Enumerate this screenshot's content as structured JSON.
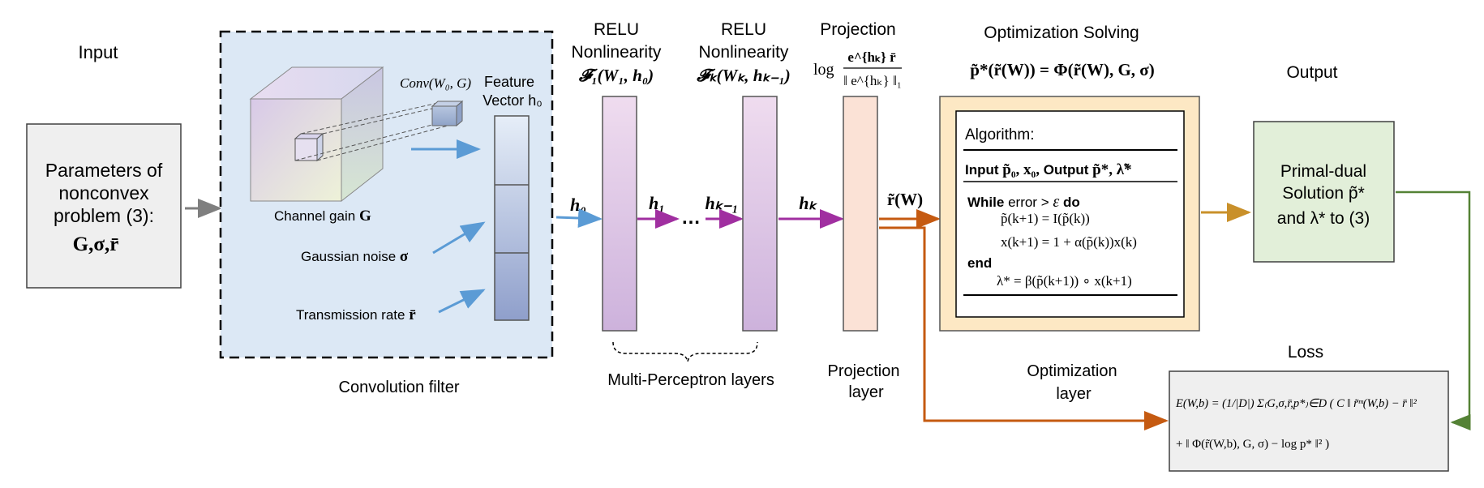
{
  "labels": {
    "input_heading": "Input",
    "input_box_line1": "Parameters of",
    "input_box_line2": "nonconvex",
    "input_box_line3": "problem (3):",
    "input_box_math": "G,σ,r̄",
    "conv_filter": "Convolution filter",
    "channel_gain": "Channel gain",
    "channel_gain_sym": "G",
    "gaussian_noise": "Gaussian noise",
    "gaussian_noise_sym": "σ",
    "transmission_rate": "Transmission rate",
    "transmission_rate_sym": "r̄",
    "conv_op": "Conv(W₀, G)",
    "feature": "Feature",
    "feature_vector": "Vector h₀",
    "relu1_title": "RELU",
    "relu1_sub": "Nonlinearity",
    "relu1_math": "𝓕₁(W₁, h₀)",
    "relu2_title": "RELU",
    "relu2_sub": "Nonlinearity",
    "relu2_math": "𝓕ₖ(Wₖ, hₖ₋₁)",
    "projection_title": "Projection",
    "projection_log": "log",
    "projection_num": "e^{hₖ} r̄",
    "projection_den": "‖ e^{hₖ} ‖₁",
    "h0": "h₀",
    "h1": "h₁",
    "dots": "…",
    "hk1": "hₖ₋₁",
    "hk": "hₖ",
    "r_tilde_w": "r̃(W)",
    "mlp_layers": "Multi-Perceptron layers",
    "projection_layer_1": "Projection",
    "projection_layer_2": "layer",
    "opt_solving": "Optimization Solving",
    "opt_formula": "p̃*(r̃(W)) = Φ(r̃(W), G, σ)",
    "algorithm": "Algorithm:",
    "alg_input": "Input",
    "alg_input_vals": "p̃₀, x₀,",
    "alg_output": "Output",
    "alg_output_vals": "p̃*, λ̃*",
    "alg_while": "While",
    "alg_cond": "error >",
    "alg_eps": "ε",
    "alg_do": "do",
    "alg_line1": "p̃(k+1) = I(p̃(k))",
    "alg_line2": "x(k+1) = 1 + α(p̃(k))x(k)",
    "alg_end": "end",
    "alg_line3": "λ* = β(p̃(k+1)) ∘ x(k+1)",
    "output_heading": "Output",
    "output_line1": "Primal-dual",
    "output_line2": "Solution  p̃*",
    "output_line3": "and λ* to (3)",
    "opt_layer_1": "Optimization",
    "opt_layer_2": "layer",
    "loss_heading": "Loss",
    "loss_line1": "E(W,b) = (1/|D|) Σ₍G,σ,r̄,p*₎∈D ( C ‖ r̃ᵐ(W,b) − r̄ ‖²",
    "loss_line2": "+ ‖ Φ(r̃(W,b), G, σ) − log p* ‖² )"
  },
  "colors": {
    "conv_bg": "#dce8f5",
    "feature_top": "#e6eef8",
    "feature_bottom": "#8f9fcb",
    "relu_fill": "#e8d4ec",
    "projection_fill": "#fbe2d6",
    "opt_outer": "#fde8c4",
    "output_fill": "#e2efd9",
    "input_fill": "#efefef",
    "loss_fill": "#efefef",
    "arrow_blue": "#5b9bd5",
    "arrow_purple": "#a02fa0",
    "arrow_orange": "#c55a11",
    "arrow_gold": "#c9902a",
    "arrow_green": "#548235",
    "arrow_gray": "#7f7f7f"
  }
}
